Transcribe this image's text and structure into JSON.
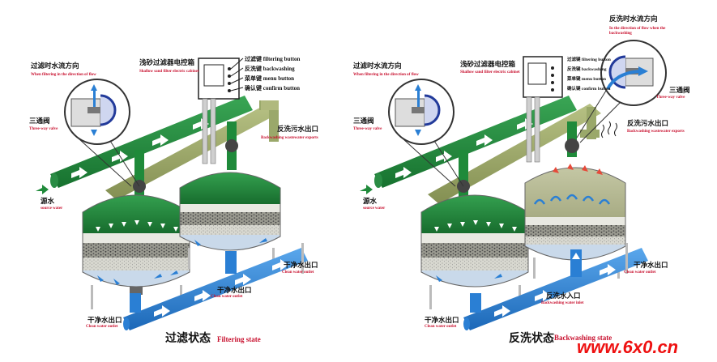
{
  "left": {
    "flow_dir_zh": "过滤时水流方向",
    "flow_dir_en": "When filtering in the direction of flow",
    "cabinet_zh": "浅砂过滤器电控箱",
    "cabinet_en": "Shallow sand filter electric cabinet",
    "btn1": "过滤键 filtering button",
    "btn2": "反洗键 backwashing",
    "btn3": "菜单键 menu button",
    "btn4": "确认键 confirm button",
    "valve_zh": "三通阀",
    "valve_en": "Three-way valve",
    "sewage_zh": "反洗污水出口",
    "sewage_en": "Backwashing wastewater exports",
    "source_zh": "源水",
    "source_en": "source water",
    "clean1_zh": "干净水出口",
    "clean1_en": "Clean water outlet",
    "clean2_zh": "干净水出口",
    "clean2_en": "Clean water outlet",
    "clean3_zh": "干净水出口",
    "clean3_en": "Clean water outlet",
    "caption_zh": "过滤状态",
    "caption_en": "Filtering state"
  },
  "right": {
    "flow_dir_zh": "过滤时水流方向",
    "flow_dir_en": "When filtering in the direction of flow",
    "cabinet_zh": "浅砂过滤器电控箱",
    "cabinet_en": "Shallow sand filter electric cabinet",
    "btn1": "过滤键 filtering button",
    "btn2": "反洗键 backwashing",
    "btn3": "菜单键 menu button",
    "btn4": "确认键 confirm button",
    "bw_dir_zh": "反洗时水流方向",
    "bw_dir_en1": "In the direction of flow when the",
    "bw_dir_en2": "backwashing",
    "valve_l_zh": "三通阀",
    "valve_l_en": "Three-way valve",
    "valve_r_zh": "三通阀",
    "valve_r_en": "Three-way valve",
    "sewage_zh": "反洗污水出口",
    "sewage_en": "Backwashing wastewater exports",
    "source_zh": "源水",
    "source_en": "source water",
    "clean1_zh": "干净水出口",
    "clean1_en": "Clean water outlet",
    "clean2_zh": "干净水出口",
    "clean2_en": "Clean water outlet",
    "inlet_zh": "反洗水入口",
    "inlet_en": "Backwashing water inlet",
    "caption_zh": "反洗状态",
    "caption_en": "Backwashing state"
  },
  "watermark": "www.6x0.cn",
  "colors": {
    "green": "#1f8a3a",
    "olive": "#9aa86a",
    "blue": "#2a7fd4",
    "red": "#c8102e"
  }
}
